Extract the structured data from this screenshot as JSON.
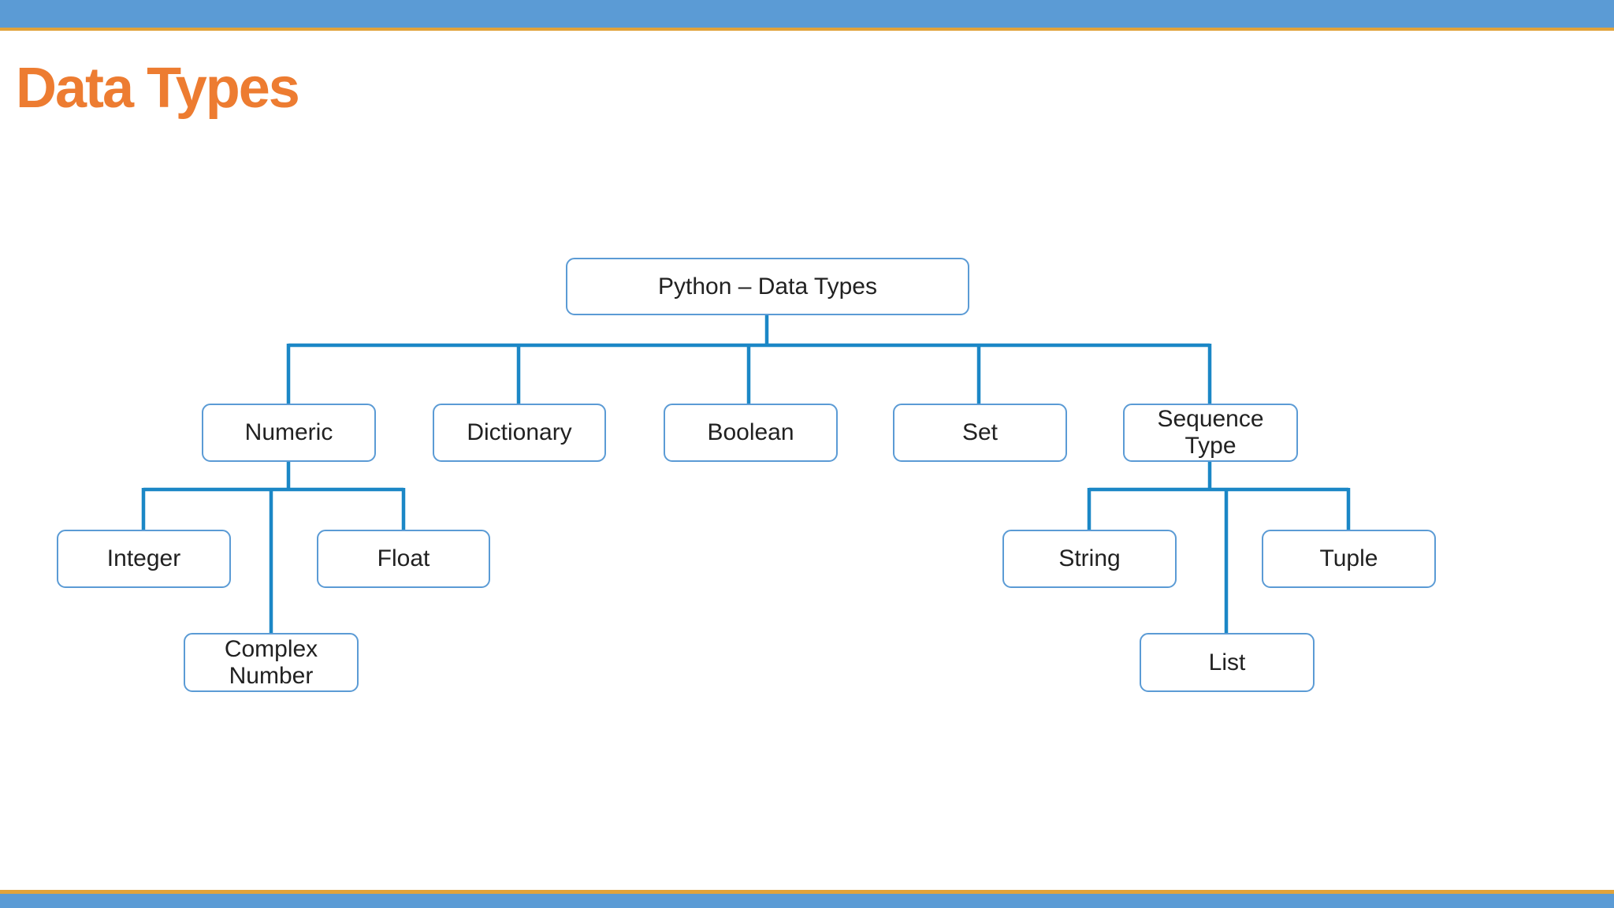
{
  "slide": {
    "title": "Data Types"
  },
  "colors": {
    "background": "#FFFFFF",
    "bar_blue": "#5B9BD5",
    "rule_orange": "#E1A33B",
    "title_orange": "#ED7C31",
    "connector_blue": "#1B87C6",
    "node_border": "#5B9BD5",
    "node_text": "#212121"
  },
  "diagram": {
    "type": "tree",
    "nodes": {
      "root": {
        "label": "Python – Data Types"
      },
      "numeric": {
        "label": "Numeric"
      },
      "dictionary": {
        "label": "Dictionary"
      },
      "boolean": {
        "label": "Boolean"
      },
      "set": {
        "label": "Set"
      },
      "sequence_type": {
        "label": "Sequence Type"
      },
      "integer": {
        "label": "Integer"
      },
      "float": {
        "label": "Float"
      },
      "complex_number": {
        "label": "Complex Number"
      },
      "string": {
        "label": "String"
      },
      "list": {
        "label": "List"
      },
      "tuple": {
        "label": "Tuple"
      }
    },
    "structure": {
      "root": [
        "numeric",
        "dictionary",
        "boolean",
        "set",
        "sequence_type"
      ],
      "numeric": [
        "integer",
        "float",
        "complex_number"
      ],
      "sequence_type": [
        "string",
        "list",
        "tuple"
      ]
    }
  }
}
